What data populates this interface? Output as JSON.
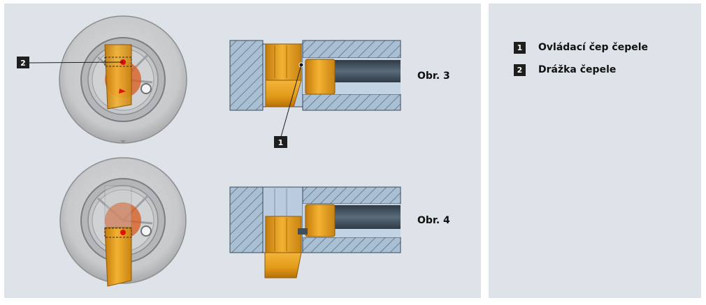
{
  "figures": [
    {
      "label": "Obr. 3"
    },
    {
      "label": "Obr. 4"
    }
  ],
  "callouts": [
    {
      "number": "1",
      "text": "Ovládací čep čepele"
    },
    {
      "number": "2",
      "text": "Drážka čepele"
    }
  ],
  "colors": {
    "panel": "#dde3e8",
    "steel": "#a9bfd3",
    "blade_orange": "#e9a21f",
    "dark_shaft": "#3f4e5c",
    "marker": "#e01010"
  }
}
